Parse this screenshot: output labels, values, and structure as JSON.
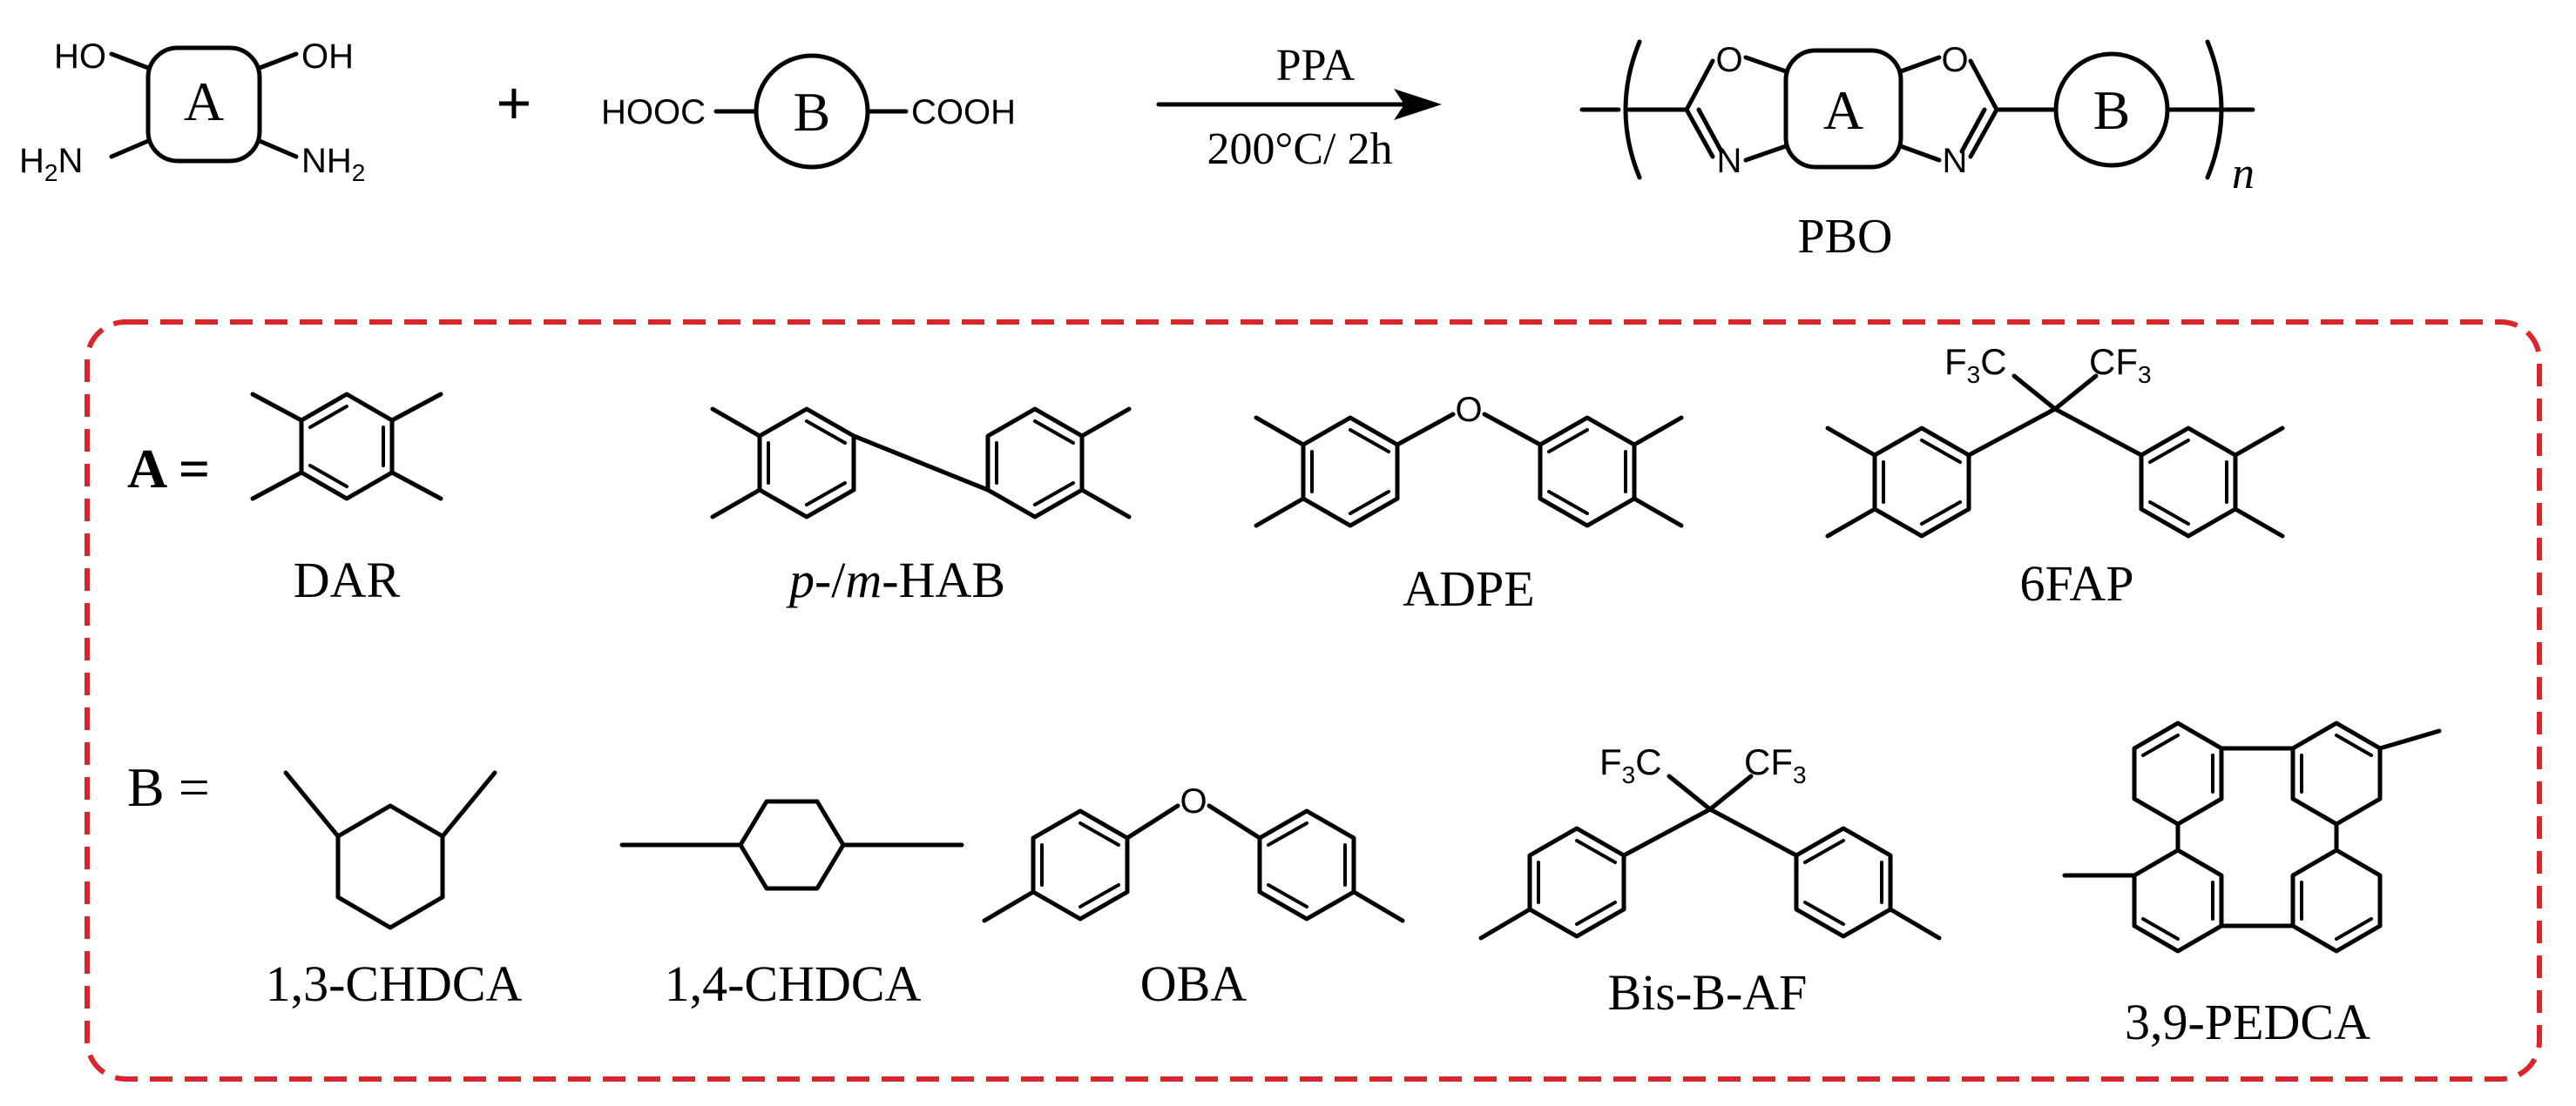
{
  "reaction": {
    "reactant_a": {
      "ring_label": "A",
      "subst_tl": "HO",
      "subst_tr": "OH",
      "subst_bl_main": "H",
      "subst_bl_sub": "2",
      "subst_bl_end": "N",
      "subst_br_main": "NH",
      "subst_br_sub": "2"
    },
    "plus": "+",
    "reactant_b": {
      "ring_label": "B",
      "left_group": "HOOC",
      "right_group": "COOH"
    },
    "arrow": {
      "reagent": "PPA",
      "condition": "200°C/ 2h"
    },
    "product": {
      "ring_a": "A",
      "ring_b": "B",
      "o_left": "O",
      "n_left": "N",
      "o_right": "O",
      "n_right": "N",
      "subscript": "n",
      "name": "PBO"
    }
  },
  "monomers": {
    "a_row": {
      "prefix": "A =",
      "items": [
        {
          "label": "DAR"
        },
        {
          "label_italic_1": "p",
          "label_mid": "-/",
          "label_italic_2": "m",
          "label_end": "-HAB"
        },
        {
          "label": "ADPE",
          "bridge_atom": "O"
        },
        {
          "label": "6FAP",
          "cf3_left": "F",
          "cf3_left_sub": "3",
          "cf3_left_end": "C",
          "cf3_right": "CF",
          "cf3_right_sub": "3"
        }
      ]
    },
    "b_row": {
      "prefix": "B =",
      "items": [
        {
          "label": "1,3-CHDCA"
        },
        {
          "label": "1,4-CHDCA"
        },
        {
          "label": "OBA",
          "bridge_atom": "O"
        },
        {
          "label": "Bis-B-AF",
          "cf3_left": "F",
          "cf3_left_sub": "3",
          "cf3_left_end": "C",
          "cf3_right": "CF",
          "cf3_right_sub": "3"
        },
        {
          "label": "3,9-PEDCA"
        }
      ]
    }
  },
  "colors": {
    "frame": "#d9262b",
    "ink": "#000000"
  }
}
